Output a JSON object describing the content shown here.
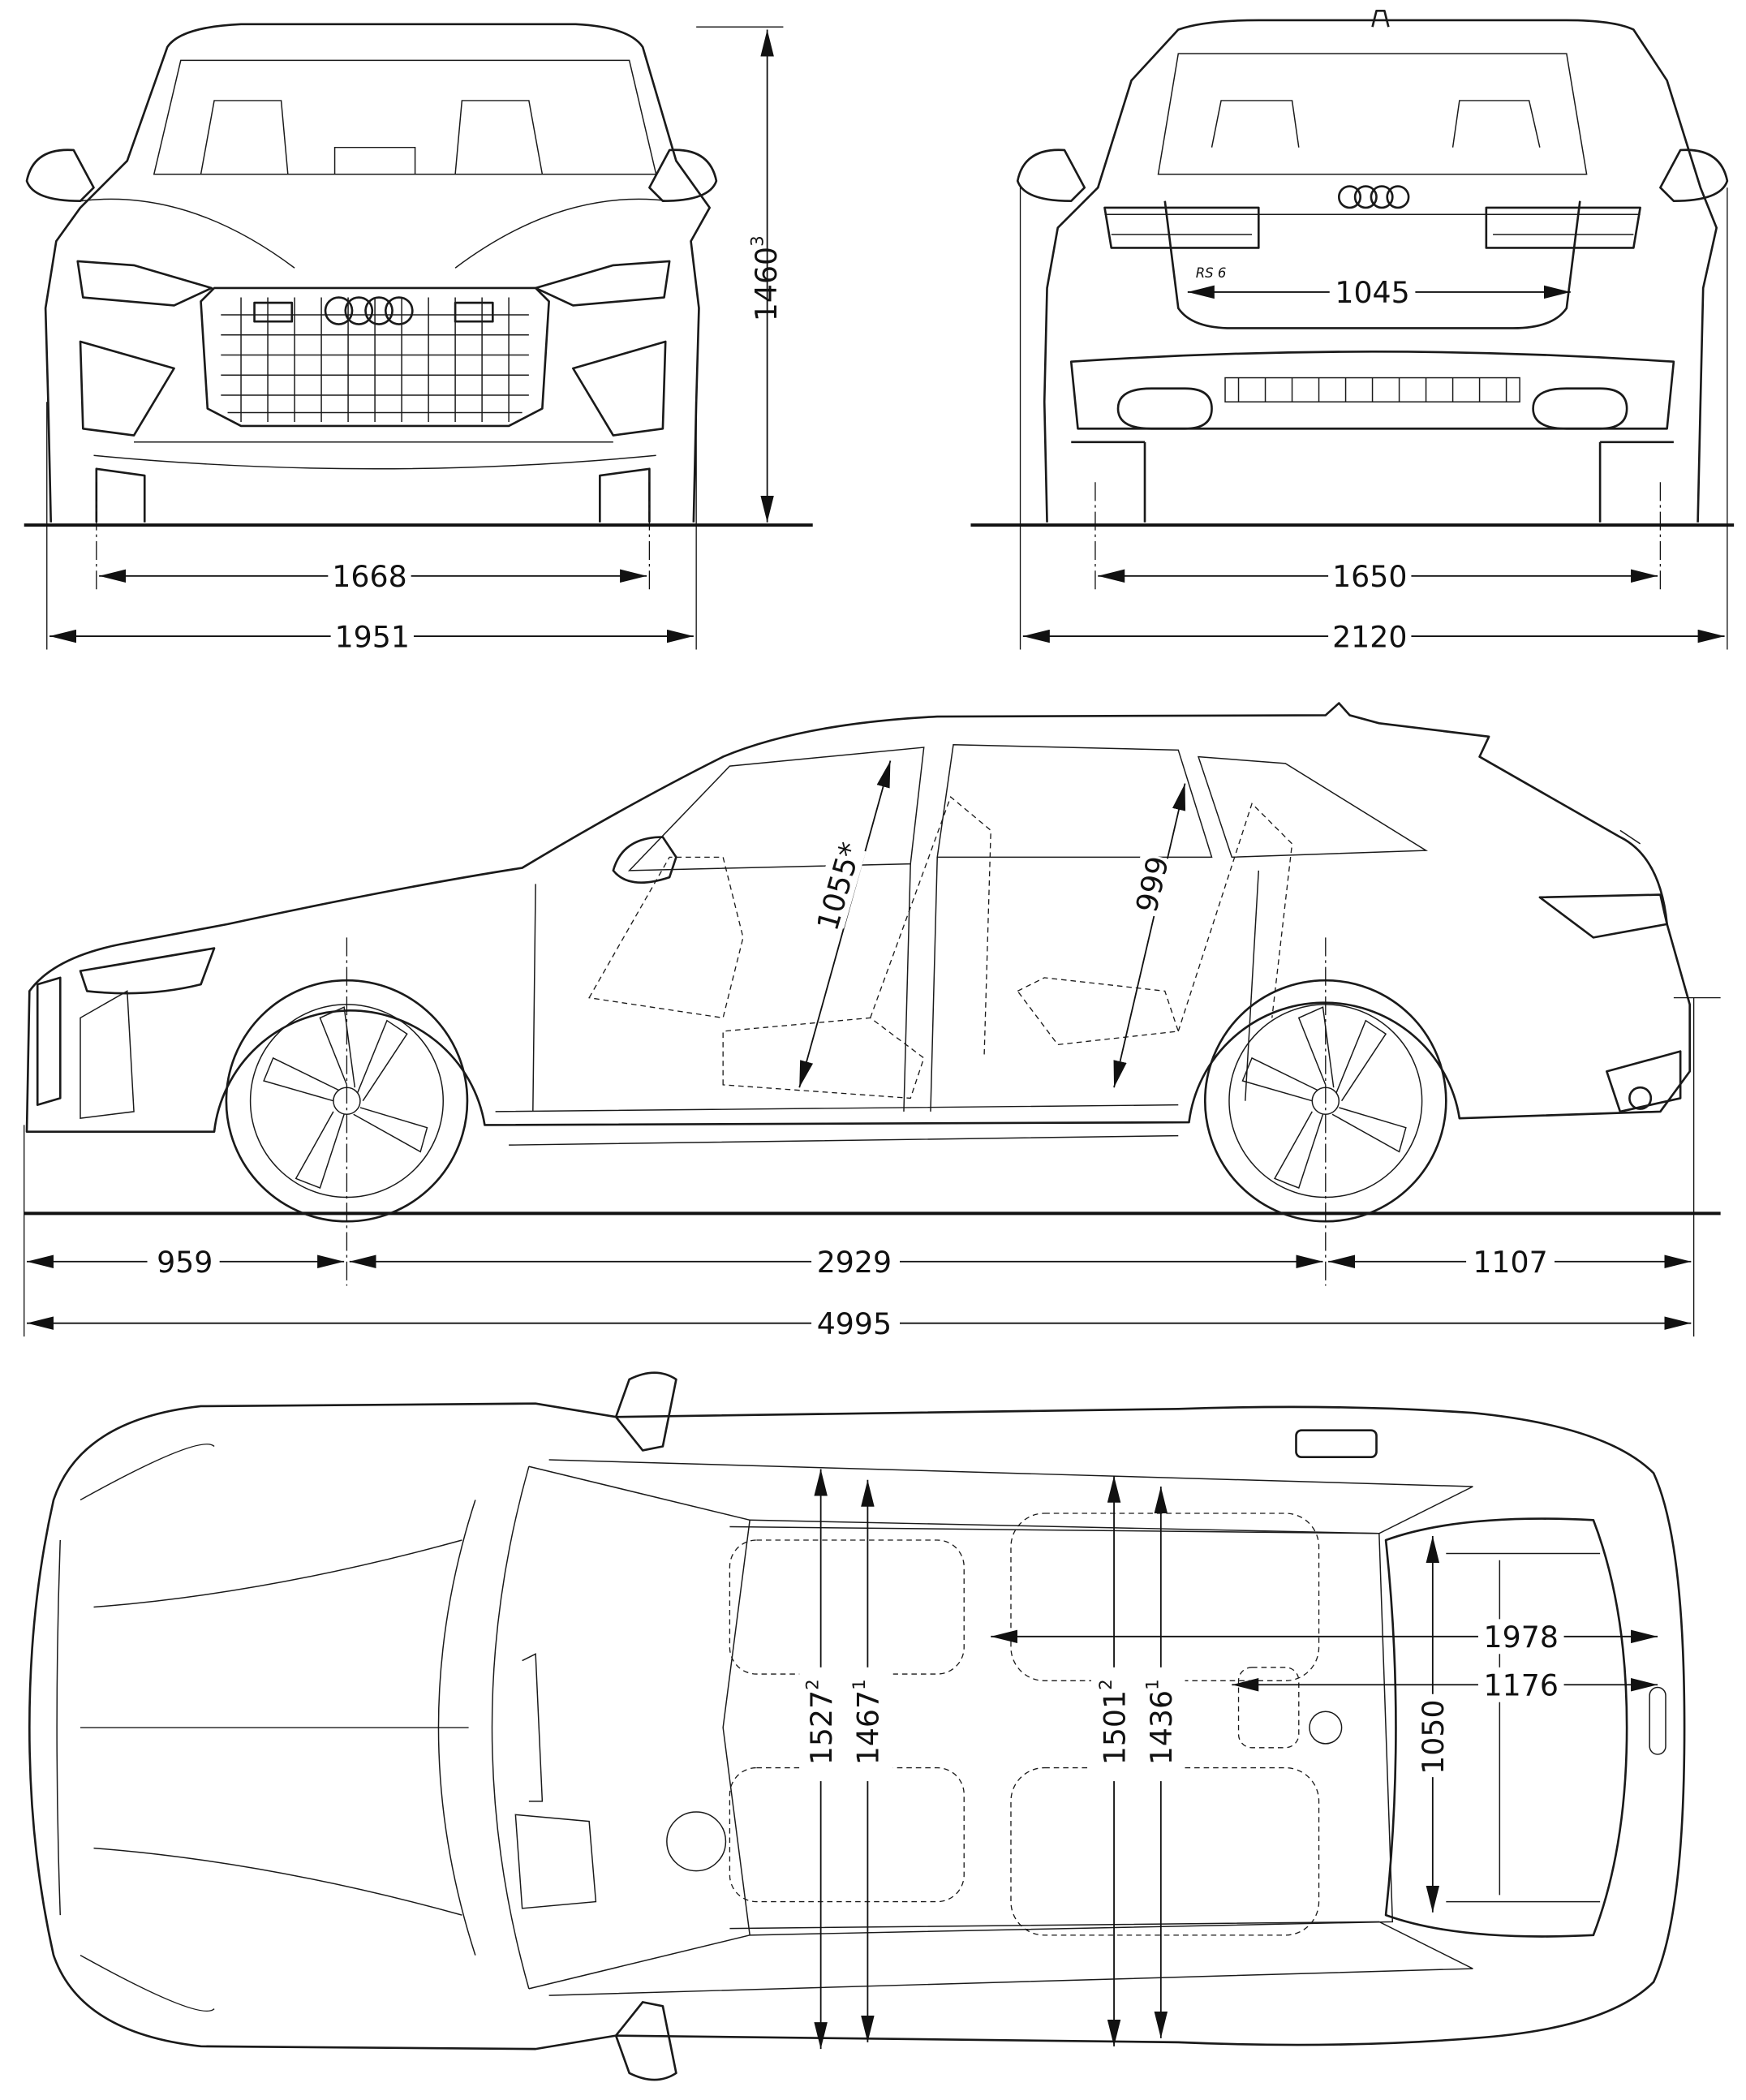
{
  "front_view": {
    "height": {
      "value": "1460",
      "note": "3"
    },
    "track": "1668",
    "width": "1951"
  },
  "rear_view": {
    "loading_width": "1045",
    "track": "1650",
    "width_with_mirrors": "2120",
    "badge": "RS 6"
  },
  "side_view": {
    "front_headroom": "1055*",
    "rear_headroom": "999",
    "front_overhang": "959",
    "wheelbase": "2929",
    "rear_overhang": "1107",
    "length": "4995"
  },
  "top_view": {
    "front_shoulder_width": {
      "value": "1527",
      "note": "2"
    },
    "front_elbow_width": {
      "value": "1467",
      "note": "1"
    },
    "rear_shoulder_width": {
      "value": "1501",
      "note": "2"
    },
    "rear_elbow_width": {
      "value": "1436",
      "note": "1"
    },
    "cargo_width": "1050",
    "cargo_length_seats_folded": "1978",
    "cargo_length": "1176"
  }
}
